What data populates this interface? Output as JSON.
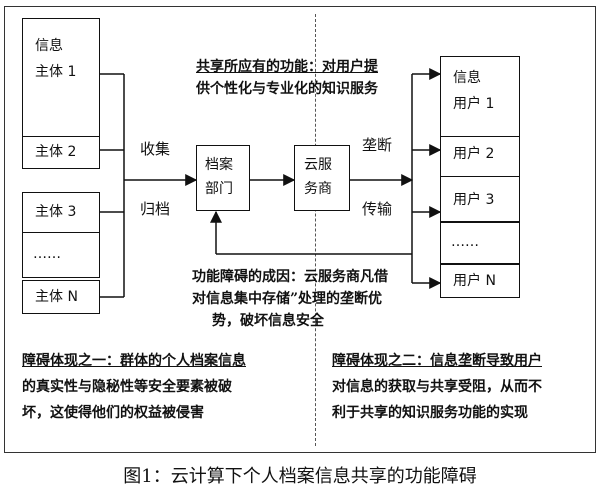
{
  "left_boxes": [
    {
      "line1": "信息",
      "line2": "主体 1"
    },
    {
      "line1": "主体 2"
    },
    {
      "line1": "主体 3"
    },
    {
      "line1": "……"
    },
    {
      "line1": "主体 N"
    }
  ],
  "right_boxes": [
    {
      "line1": "信息",
      "line2": "用户 1"
    },
    {
      "line1": "用户 2"
    },
    {
      "line1": "用户 3"
    },
    {
      "line1": "……"
    },
    {
      "line1": "用户 N"
    }
  ],
  "labels": {
    "collect": "收集",
    "archive": "归档",
    "monopoly": "垄断",
    "transmit": "传输"
  },
  "archive_dept": {
    "line1": "档案",
    "line2": "部门"
  },
  "cloud_provider": {
    "line1": "云服",
    "line2": "务商"
  },
  "top_note": {
    "line1": "共享所应有的功能：对用户提",
    "line2": "供个性化与专业化的知识服务"
  },
  "cause_note": {
    "line1": "功能障碍的成因：云服务商凡借",
    "line2": "对信息集中存储”处理的垄断优",
    "line3": "势，破坏信息安全"
  },
  "obstacle_one": {
    "line1": "障碍体现之一：群体的个人档案信息",
    "line2": "的真实性与隐秘性等安全要素被破",
    "line3": "坏，这使得他们的权益被侵害"
  },
  "obstacle_two": {
    "line1": "障碍体现之二：信息垄断导致用户",
    "line2": "对信息的获取与共享受阻，从而不",
    "line3": "利于共享的知识服务功能的实现"
  },
  "caption": "图1：云计算下个人档案信息共享的功能障碍"
}
